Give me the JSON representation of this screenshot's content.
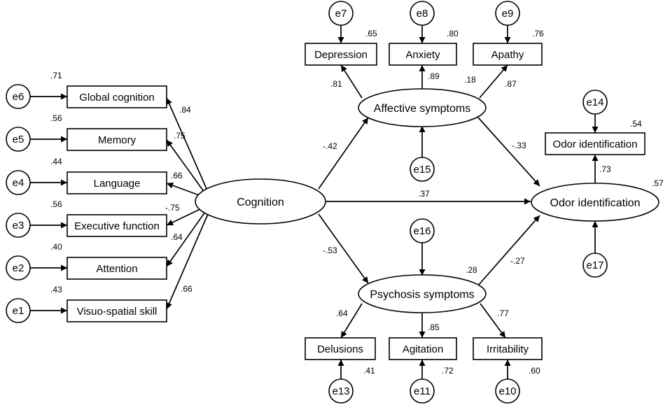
{
  "latent": {
    "cognition": "Cognition",
    "affective": "Affective symptoms",
    "psychosis": "Psychosis symptoms",
    "odor_latent": "Odor identification"
  },
  "indicators": {
    "global_cognition": "Global cognition",
    "memory": "Memory",
    "language": "Language",
    "executive_function": "Executive function",
    "attention": "Attention",
    "visuo_spatial": "Visuo-spatial skill",
    "depression": "Depression",
    "anxiety": "Anxiety",
    "apathy": "Apathy",
    "delusions": "Delusions",
    "agitation": "Agitation",
    "irritability": "Irritability",
    "odor_observed": "Odor identification"
  },
  "errors": {
    "e1": "e1",
    "e2": "e2",
    "e3": "e3",
    "e4": "e4",
    "e5": "e5",
    "e6": "e6",
    "e7": "e7",
    "e8": "e8",
    "e9": "e9",
    "e10": "e10",
    "e11": "e11",
    "e13": "e13",
    "e14": "e14",
    "e15": "e15",
    "e16": "e16",
    "e17": "e17"
  },
  "r2": {
    "global_cognition": ".71",
    "memory": ".56",
    "language": ".44",
    "executive_function": ".56",
    "attention": ".40",
    "visuo_spatial": ".43",
    "depression": ".65",
    "anxiety": ".80",
    "apathy": ".76",
    "affective": ".18",
    "psychosis": ".28",
    "delusions": ".41",
    "agitation": ".72",
    "irritability": ".60",
    "odor_observed": ".54",
    "odor_latent": ".57"
  },
  "loadings": {
    "global_cognition": ".84",
    "memory": ".75",
    "language": ".66",
    "executive_function": "-.75",
    "attention": ".64",
    "visuo_spatial": ".66",
    "depression": ".81",
    "anxiety": ".89",
    "apathy": ".87",
    "delusions": ".64",
    "agitation": ".85",
    "irritability": ".77",
    "odor_observed": ".73"
  },
  "paths": {
    "cog_affective": "-.42",
    "cog_psychosis": "-.53",
    "cog_odor": ".37",
    "affective_odor": "-.33",
    "psychosis_odor": "-.27"
  }
}
